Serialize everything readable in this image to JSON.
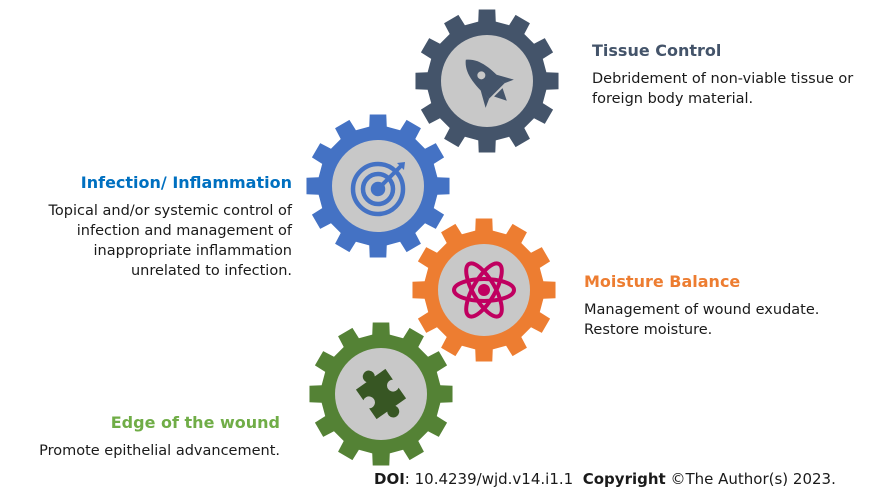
{
  "colors": {
    "tissue": "#44546a",
    "infection": "#4472c4",
    "moisture": "#ed7d31",
    "edge": "#548235",
    "inner_disc": "#c8c8c8",
    "icon_tissue": "#44546a",
    "icon_infection": "#4472c4",
    "icon_moisture": "#c00060",
    "icon_edge": "#375623",
    "heading_infection": "#0070c0",
    "heading_edge": "#70ad47"
  },
  "tissue": {
    "heading": "Tissue Control",
    "lines": [
      "Debridement of non-viable tissue or",
      "foreign body material."
    ],
    "icon": "rocket-icon"
  },
  "infection": {
    "heading": "Infection/ Inflammation",
    "lines": [
      "Topical and/or systemic control of",
      "infection and management of",
      "inappropriate inflammation",
      "unrelated to infection."
    ],
    "icon": "target-icon"
  },
  "moisture": {
    "heading": "Moisture Balance",
    "lines": [
      "Management of wound exudate.",
      "Restore moisture."
    ],
    "icon": "atom-icon"
  },
  "edge": {
    "heading": "Edge of the wound",
    "lines": [
      "Promote epithelial advancement."
    ],
    "icon": "puzzle-icon"
  },
  "footer": {
    "doi_label": "DOI",
    "doi_value": ": 10.4239/wjd.v14.i1.1",
    "copyright_label": "Copyright",
    "copyright_value": " ©The Author(s) 2023."
  }
}
